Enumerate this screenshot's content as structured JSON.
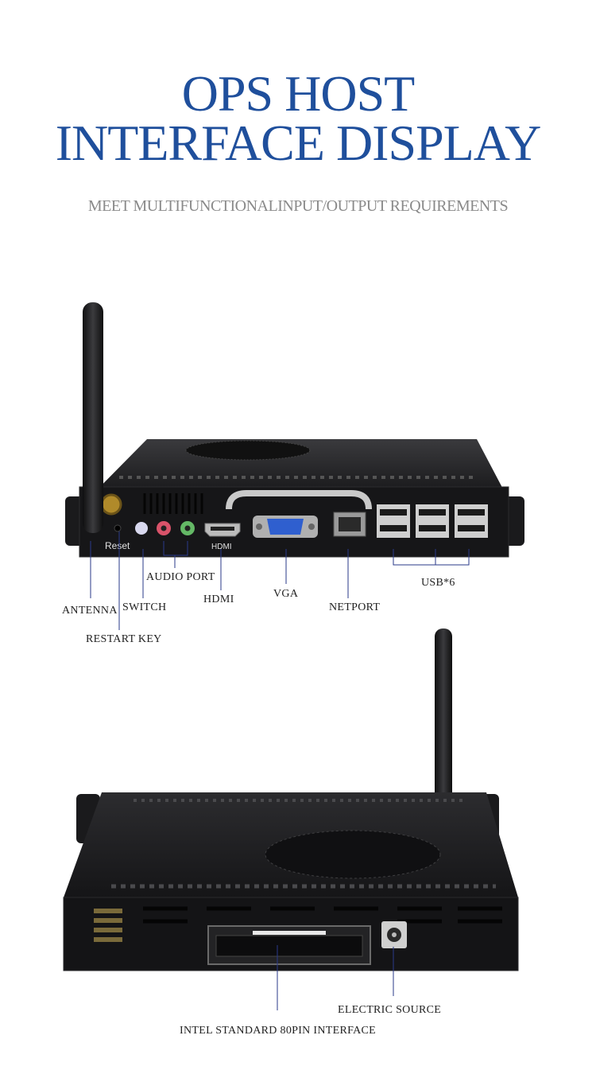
{
  "header": {
    "title_line1": "OPS HOST",
    "title_line2": "INTERFACE DISPLAY",
    "subtitle": "MEET MULTIFUNCTIONALINPUT/OUTPUT REQUIREMENTS"
  },
  "front_panel": {
    "device_text": {
      "reset": "Reset",
      "hdmi": "HDMI"
    },
    "labels": {
      "antenna": "ANTENNA",
      "switch": "SWITCH",
      "restart_key": "RESTART KEY",
      "audio_port": "AUDIO PORT",
      "hdmi": "HDMI",
      "vga": "VGA",
      "netport": "NETPORT",
      "usb": "USB*6"
    }
  },
  "rear_panel": {
    "labels": {
      "electric_source": "ELECTRIC SOURCE",
      "intel_interface": "INTEL STANDARD 80PIN INTERFACE"
    }
  },
  "colors": {
    "title": "#1f4f9c",
    "subtitle": "#8a8a8a",
    "device": "#1d1d1f",
    "leader": "#2a3a8a"
  }
}
